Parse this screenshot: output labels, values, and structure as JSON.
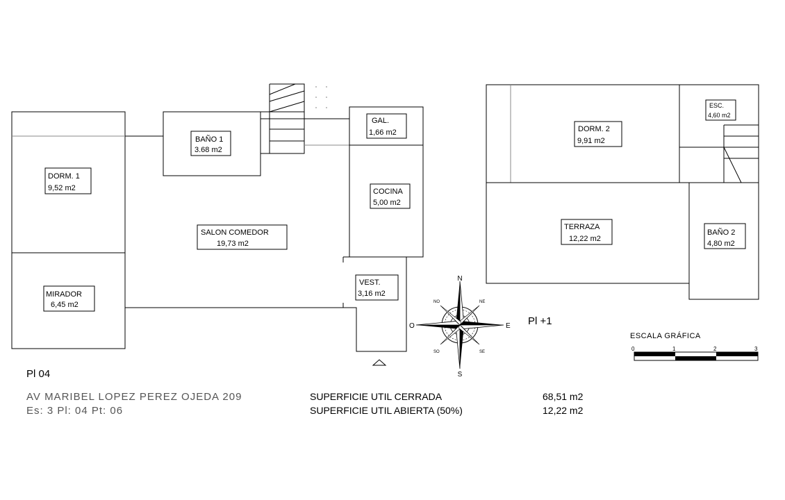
{
  "floor_left": "Pl 04",
  "floor_right": "Pl +1",
  "address": {
    "line1": "AV MARIBEL LOPEZ PEREZ OJEDA 209",
    "line2": "Es: 3 Pl: 04 Pt: 06"
  },
  "surfaces": {
    "closed_label": "SUPERFICIE UTIL CERRADA",
    "closed_value": "68,51 m2",
    "open_label": "SUPERFICIE UTIL ABIERTA (50%)",
    "open_value": "12,22 m2"
  },
  "rooms": {
    "dorm1": {
      "name": "DORM. 1",
      "area": "9,52 m2"
    },
    "mirador": {
      "name": "MIRADOR",
      "area": "6,45 m2"
    },
    "bano1": {
      "name": "BAÑO 1",
      "area": "3.68 m2"
    },
    "salon": {
      "name": "SALON COMEDOR",
      "area": "19,73 m2"
    },
    "gal": {
      "name": "GAL.",
      "area": "1,66 m2"
    },
    "cocina": {
      "name": "COCINA",
      "area": "5,00 m2"
    },
    "vest": {
      "name": "VEST.",
      "area": "3,16 m2"
    },
    "dorm2": {
      "name": "DORM. 2",
      "area": "9,91 m2"
    },
    "esc": {
      "name": "ESC.",
      "area": "4,60 m2"
    },
    "terraza": {
      "name": "TERRAZA",
      "area": "12,22 m2"
    },
    "bano2": {
      "name": "BAÑO 2",
      "area": "4,80 m2"
    }
  },
  "compass": {
    "n": "N",
    "s": "S",
    "e": "E",
    "o": "O",
    "ne": "NE",
    "no": "NO",
    "se": "SE",
    "so": "SO"
  },
  "scale": {
    "title": "ESCALA GRÁFICA",
    "ticks": [
      "0",
      "1",
      "2",
      "3"
    ]
  },
  "colors": {
    "line": "#000000",
    "secondary_text": "#555555"
  }
}
